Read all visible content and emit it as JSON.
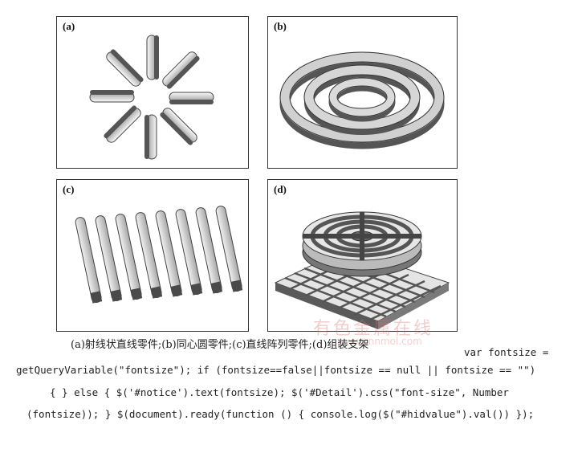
{
  "figure": {
    "panels": [
      {
        "label": "(a)",
        "subject": "radial-straight-line-parts"
      },
      {
        "label": "(b)",
        "subject": "concentric-circle-parts"
      },
      {
        "label": "(c)",
        "subject": "linear-array-parts"
      },
      {
        "label": "(d)",
        "subject": "assembled-support"
      }
    ],
    "caption": "(a)射线状直线零件;(b)同心圆零件;(c)直线阵列零件;(d)组装支架"
  },
  "watermark": {
    "text": "有色金属在线",
    "url": "www.cnnmol.com"
  },
  "code_lines": [
    "var fontsize =",
    "getQueryVariable(\"fontsize\"); if (fontsize==false||fontsize == null || fontsize == \"\")",
    "{ } else { $('#notice').text(fontsize); $('#Detail').css(\"font-size\", Number",
    "(fontsize)); } $(document).ready(function () { console.log($(\"#hidvalue\").val()) });"
  ]
}
